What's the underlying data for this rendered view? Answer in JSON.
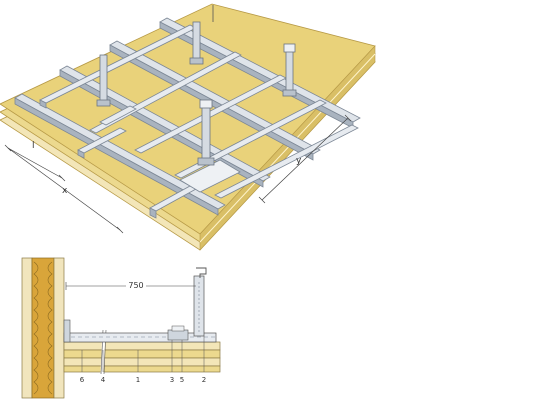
{
  "dimensions": {
    "iso_l": "l",
    "iso_x": "x",
    "iso_y": "y",
    "section_span": "750"
  },
  "callouts": [
    "6",
    "4",
    "1",
    "3",
    "5",
    "2"
  ],
  "colors": {
    "board": "#e9d27a",
    "board_edge": "#c9ad55",
    "profile": "#dfe4ea",
    "profile_shade": "#a9b3bf",
    "line": "#555555",
    "insulation": "#d9a53a"
  }
}
